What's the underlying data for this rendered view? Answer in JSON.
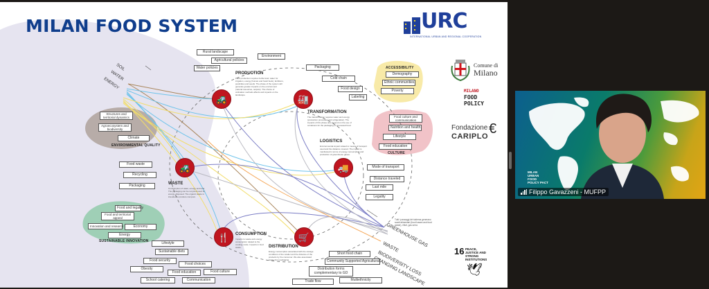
{
  "slide": {
    "title": "MILAN FOOD SYSTEM",
    "flows_in": [
      "SOIL",
      "WATER",
      "ENERGY"
    ],
    "flows_out": [
      "GREENHOUSE GAS",
      "WASTE",
      "BIODIVERSITY LOSS",
      "CHANGING LANDSCAPE"
    ],
    "flows_out_note": "Tutti i passaggi del sistema generano scarti alimentari (food losses and food waste), rifiuti, gas serra",
    "nodes": [
      {
        "label": "PRODUCTION",
        "icon": "tractor-icon",
        "glyph": "🚜",
        "desc": "Food production requires fertile land, water for irrigation, energy (human and fossil fuels), fertilizers, pesticides and seeds. The phase of the system will generate greater impacts on the environment (natural resources, outputs). The choice of cultivation methods affects and impacts on the landscape."
      },
      {
        "label": "TRANSFORMATION",
        "icon": "factory-icon",
        "glyph": "🏭",
        "desc": "The transformation requires water and energy (production processes and refrigeration). The impacts of this phase also depend on the use of containers for the packaging of processed food."
      },
      {
        "label": "LOGISTICS",
        "icon": "truck-icon",
        "glyph": "🚚",
        "desc": "Environmental impact related to means of transport used and the distance covered. The impact is manifested in terms of energy consumption and production of greenhouse gases."
      },
      {
        "label": "DISTRIBUTION",
        "icon": "cart-icon",
        "glyph": "🛒",
        "desc": "Energy consumption associated with the storage conditions of the retailer and the distance of the products by the consumer. We also associated waste from packaging."
      },
      {
        "label": "CONSUMPTION",
        "icon": "cutlery-icon",
        "glyph": "🍴",
        "desc": "Impacts to waste and energy consumption related to the cooking mode. Impacts in food waste."
      },
      {
        "label": "WASTE",
        "icon": "tractor-icon",
        "glyph": "🚜",
        "desc": "Consumption of water, energy and land. The packaging can be recycled used for energy, disposed. The organic waste is intended to produce compost."
      }
    ],
    "production_boxes": [
      "Rural landscape",
      "Agricultural policies",
      "Water policies",
      "Environment"
    ],
    "transformation_boxes": [
      "Packaging",
      "Cold chain",
      "Food design",
      "Labeling"
    ],
    "logistics_boxes": [
      "Mode of transport",
      "Distance traveled",
      "Last mile",
      "Legality"
    ],
    "distribution_boxes": [
      "Short food chain",
      "Community Supported Agricultural",
      "Distribution forms complementary to GD",
      "Trade flow",
      "Multiethnicity"
    ],
    "consumption_boxes": [
      "Lifestyle",
      "Sustainable diets",
      "Food security",
      "Food choices",
      "Obesity",
      "Food education",
      "Food culture",
      "School catering",
      "Communication"
    ],
    "waste_boxes": [
      "Food waste",
      "Recycling",
      "Packaging"
    ],
    "environmental_quality": {
      "label": "ENVIRONMENTAL QUALITY",
      "items": [
        "Structures and territorial dynamics",
        "Agroecosystem and biodiversity",
        "Climate"
      ]
    },
    "sustainable_innovation": {
      "label": "SUSTAINABLE INNOVATION",
      "items": [
        "Food and legality",
        "Food and territorial appeal",
        "Innovation and research",
        "Economy",
        "Energy"
      ]
    },
    "accessibility": {
      "label": "ACCESSIBILITY",
      "items": [
        "Demography",
        "Ethnic communities",
        "Poverty"
      ]
    },
    "culture": {
      "label": "CULTURE",
      "items": [
        "Food culture and communication",
        "Nutrition and health",
        "Lifestyle",
        "Food education"
      ]
    },
    "logos": {
      "urc": "URC",
      "urc_sub": "INTERNATIONAL URBAN AND REGIONAL COOPERATION",
      "comune_small": "Comune di",
      "comune_big": "Milano",
      "food_policy_top": "MILANO",
      "food_policy_1": "FOOD",
      "food_policy_2": "POLICY",
      "cariplo_1": "Fondazione",
      "cariplo_2": "CARIPLO",
      "sdg_num": "16",
      "sdg_text": "PEACE, JUSTICE AND STRONG INSTITUTIONS"
    },
    "colors": {
      "title": "#0f3d8c",
      "node": "#c0151f",
      "blob_lavender": "#e6e4f0",
      "env_blob": "#b7aca8",
      "innov_blob": "#9fcfb6",
      "access_blob": "#f8eaa8",
      "culture_blob": "#f1c3c8"
    }
  },
  "video": {
    "participant_name": "Filippo Gavazzeni - MUFPP",
    "bg_logo": "MILAN URBAN FOOD POLICY PACT"
  }
}
